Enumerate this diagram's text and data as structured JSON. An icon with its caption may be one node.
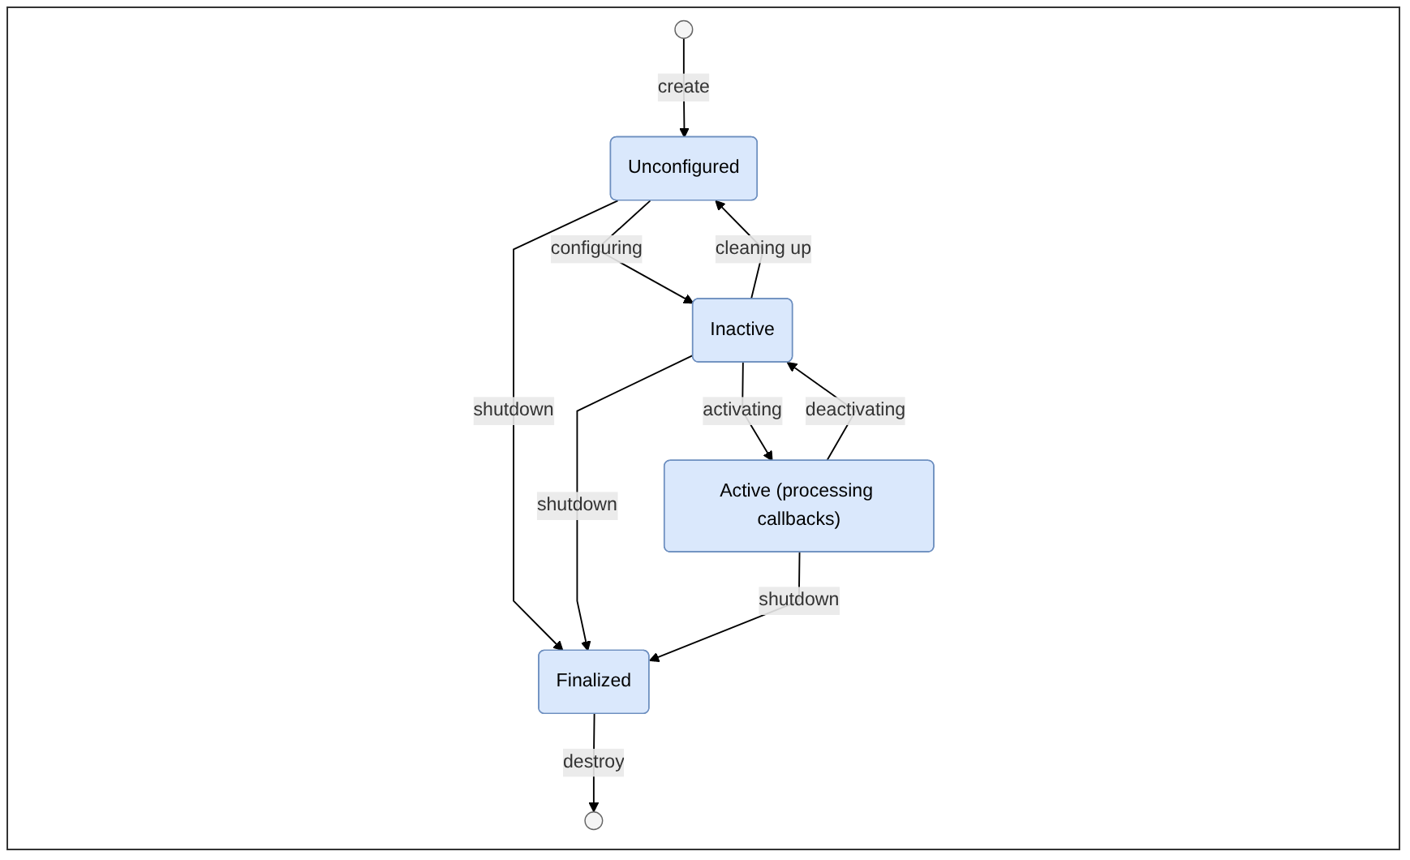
{
  "diagram": {
    "nodes": [
      {
        "text": [],
        "shape": "circle"
      },
      {
        "text": [
          "Unconfigured"
        ]
      },
      {
        "text": [
          "Inactive"
        ]
      },
      {
        "text": [
          "Active (processing callbacks)"
        ]
      },
      {
        "text": [
          "Finalized"
        ]
      },
      {
        "text": [],
        "shape": "circle"
      }
    ],
    "edges": [
      {
        "from": 0,
        "to": 1,
        "arrow": "to",
        "label": "create"
      },
      {
        "from": 1,
        "to": 4,
        "arrow": "to",
        "label": "shutdown"
      },
      {
        "from": 1,
        "to": 2,
        "arrow": "to",
        "label": "configuring"
      },
      {
        "from": 2,
        "to": 1,
        "arrow": "to",
        "label": "cleaning up"
      },
      {
        "from": 2,
        "to": 4,
        "arrow": "to",
        "label": "shutdown"
      },
      {
        "from": 2,
        "to": 3,
        "arrow": "to",
        "label": "activating"
      },
      {
        "from": 3,
        "to": 2,
        "arrow": "to",
        "label": "deactivating"
      },
      {
        "from": 3,
        "to": 4,
        "arrow": "to",
        "label": "shutdown"
      },
      {
        "from": 4,
        "to": 5,
        "arrow": "to",
        "label": "destroy"
      }
    ]
  }
}
